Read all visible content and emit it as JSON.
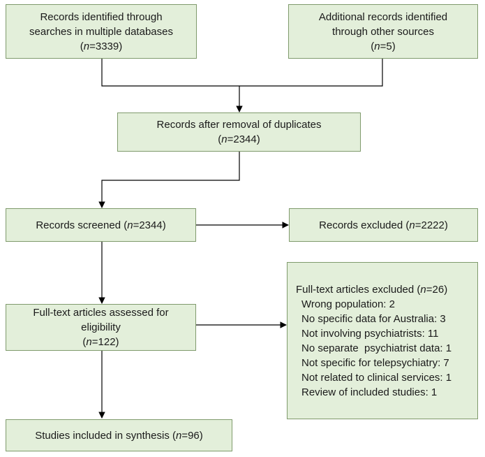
{
  "boxes": {
    "identified_db": {
      "lines": [
        "Records identified through",
        "searches in multiple databases"
      ],
      "n_prefix": "(",
      "n_label": "n",
      "n_value": "=3339)"
    },
    "identified_other": {
      "lines": [
        "Additional records identified",
        "through other sources"
      ],
      "n_prefix": "(",
      "n_label": "n",
      "n_value": "=5)"
    },
    "duplicates_removed": {
      "line": "Records after removal of duplicates",
      "n_prefix": "(",
      "n_label": "n",
      "n_value": "=2344)"
    },
    "screened": {
      "text": "Records screened (",
      "n_label": "n",
      "n_value": "=2344)"
    },
    "excluded": {
      "text": "Records excluded (",
      "n_label": "n",
      "n_value": "=2222)"
    },
    "full_text_assessed": {
      "lines": [
        "Full-text articles assessed for",
        "eligibility"
      ],
      "n_prefix": "(",
      "n_label": "n",
      "n_value": "=122)"
    },
    "full_text_excluded": {
      "header": "Full-text articles excluded (",
      "n_label": "n",
      "n_value": "=26)",
      "reasons": [
        "Wrong population: 2",
        "No specific data for Australia: 3",
        "Not involving psychiatrists: 11",
        "No separate  psychiatrist data: 1",
        "Not specific for telepsychiatry: 7",
        "Not related to clinical services: 1",
        "Review of included studies: 1"
      ]
    },
    "included": {
      "text": "Studies included in synthesis (",
      "n_label": "n",
      "n_value": "=96)"
    }
  },
  "colors": {
    "box_fill": "#e3efda",
    "box_border": "#7f9a6c",
    "arrow": "#000000"
  }
}
